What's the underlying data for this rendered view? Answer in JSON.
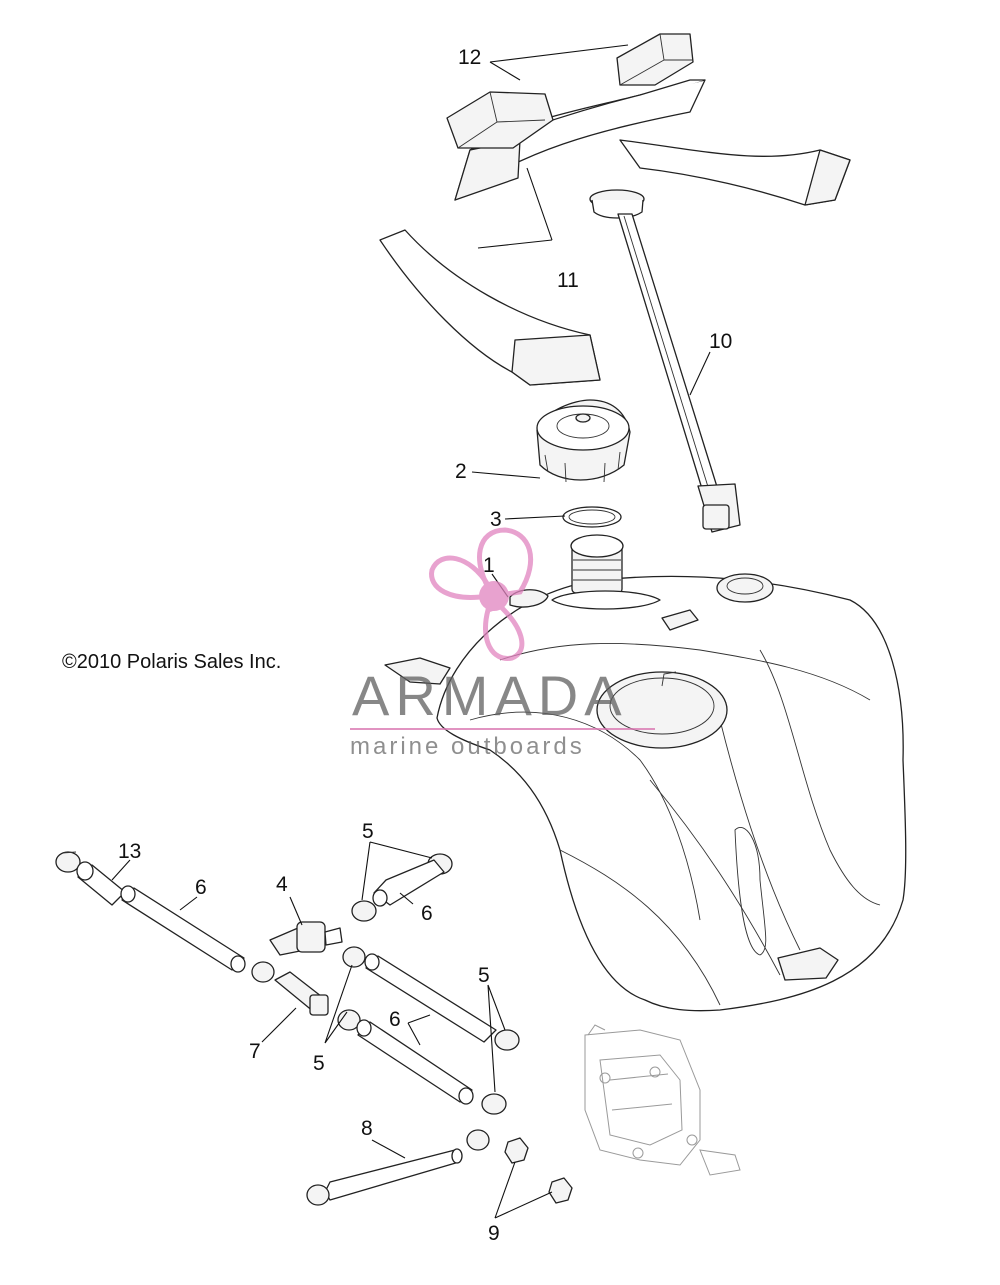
{
  "copyright": "©2010  Polaris Sales Inc.",
  "watermark": {
    "name": "ARMADA",
    "tagline": "marine outboards",
    "logo_color": "#e184bf",
    "text_color": "#5f5f5f"
  },
  "callouts": {
    "c1": "1",
    "c2": "2",
    "c3": "3",
    "c4": "4",
    "c5": "5",
    "c6": "6",
    "c7": "7",
    "c8": "8",
    "c9": "9",
    "c10": "10",
    "c11": "11",
    "c12": "12",
    "c13": "13"
  }
}
